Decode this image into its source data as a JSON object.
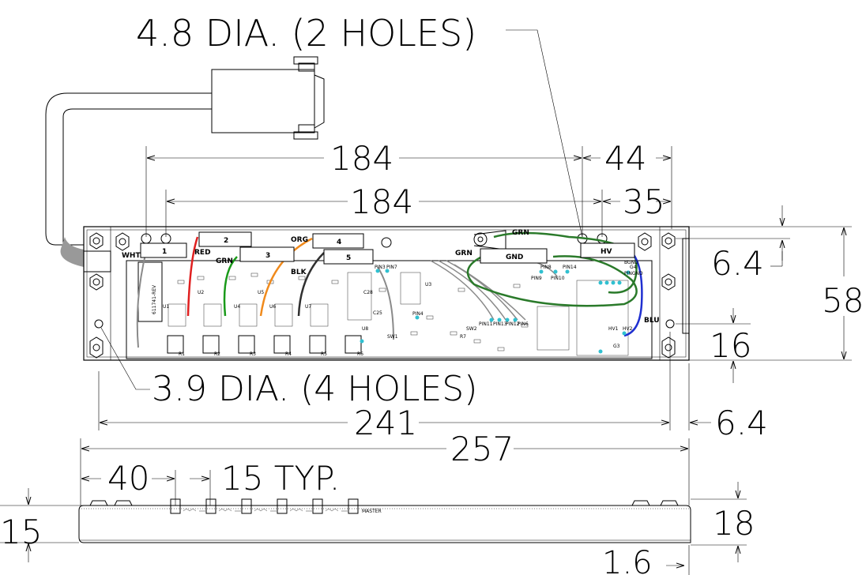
{
  "callouts": {
    "mount_holes_top": "4.8 DIA. (2 HOLES)",
    "mount_holes_bottom": "3.9 DIA. (4 HOLES)",
    "pitch_typ": "15 TYP."
  },
  "dimensions": {
    "d184_upper": "184",
    "d184_lower": "184",
    "d44": "44",
    "d35": "35",
    "d58": "58",
    "d6_4_right": "6.4",
    "d16": "16",
    "d241": "241",
    "d6_4_bottom": "6.4",
    "d257": "257",
    "d40": "40",
    "d15_left": "15",
    "d18": "18",
    "d1_6": "1.6"
  },
  "connectors": [
    {
      "label": "1"
    },
    {
      "label": "2"
    },
    {
      "label": "3"
    },
    {
      "label": "4"
    },
    {
      "label": "5"
    },
    {
      "label": "GND"
    },
    {
      "label": "HV"
    }
  ],
  "wires": {
    "wht": "WHT",
    "red": "RED",
    "grn1": "GRN",
    "org": "ORG",
    "blk": "BLK",
    "grn2": "GRN",
    "grn3": "GRN",
    "blu": "BLU"
  },
  "board": {
    "part_number": "611741-REV",
    "resistors": [
      "R1",
      "R2",
      "R3",
      "R4",
      "R5",
      "R6"
    ],
    "switches": [
      "SW1",
      "SW2"
    ],
    "pins": [
      "PIN3",
      "PIN7",
      "PIN4",
      "PIN8",
      "PIN9",
      "PIN10",
      "PIN14",
      "PIN11",
      "PIN13",
      "PIN12",
      "PIN6"
    ],
    "misc_labels": [
      "U1",
      "U2",
      "U3",
      "U4",
      "U5",
      "U6",
      "U7",
      "U8",
      "C25",
      "C28",
      "R7",
      "HV1",
      "HV2",
      "G3",
      "G4",
      "BGND",
      "PINGND"
    ]
  },
  "side_view": {
    "master_label": "MASTER"
  },
  "colors": {
    "red_wire": "#e02020",
    "green_wire": "#1a9a1a",
    "orange_wire": "#f08a1c",
    "black_wire": "#303030",
    "dark_green_wire": "#2a7a2a",
    "blue_wire": "#2030d0",
    "gray_wire": "#8a8a8a",
    "cyan_pin": "#30c0d0"
  }
}
